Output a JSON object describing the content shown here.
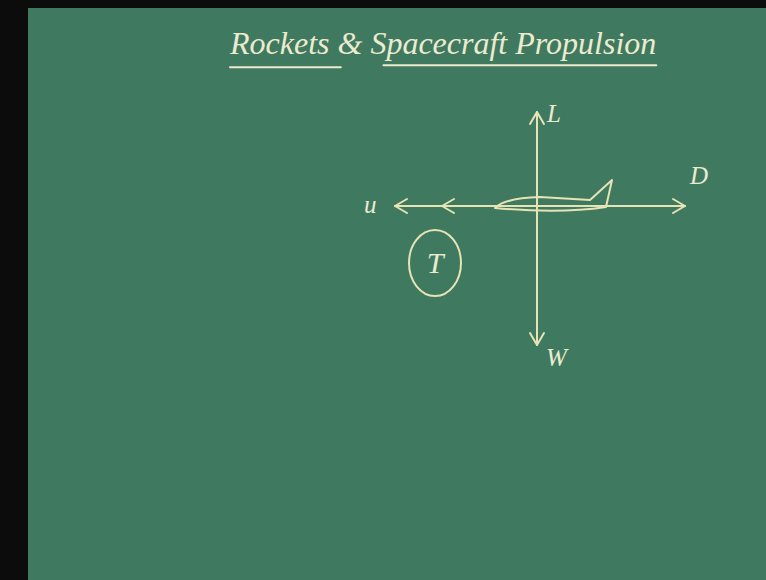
{
  "diagram": {
    "title": "Rockets & Spacecraft Propulsion",
    "nodes": [
      {
        "text": [
          "T"
        ]
      }
    ],
    "labels": [
      "L",
      "D",
      "u",
      "W"
    ]
  }
}
